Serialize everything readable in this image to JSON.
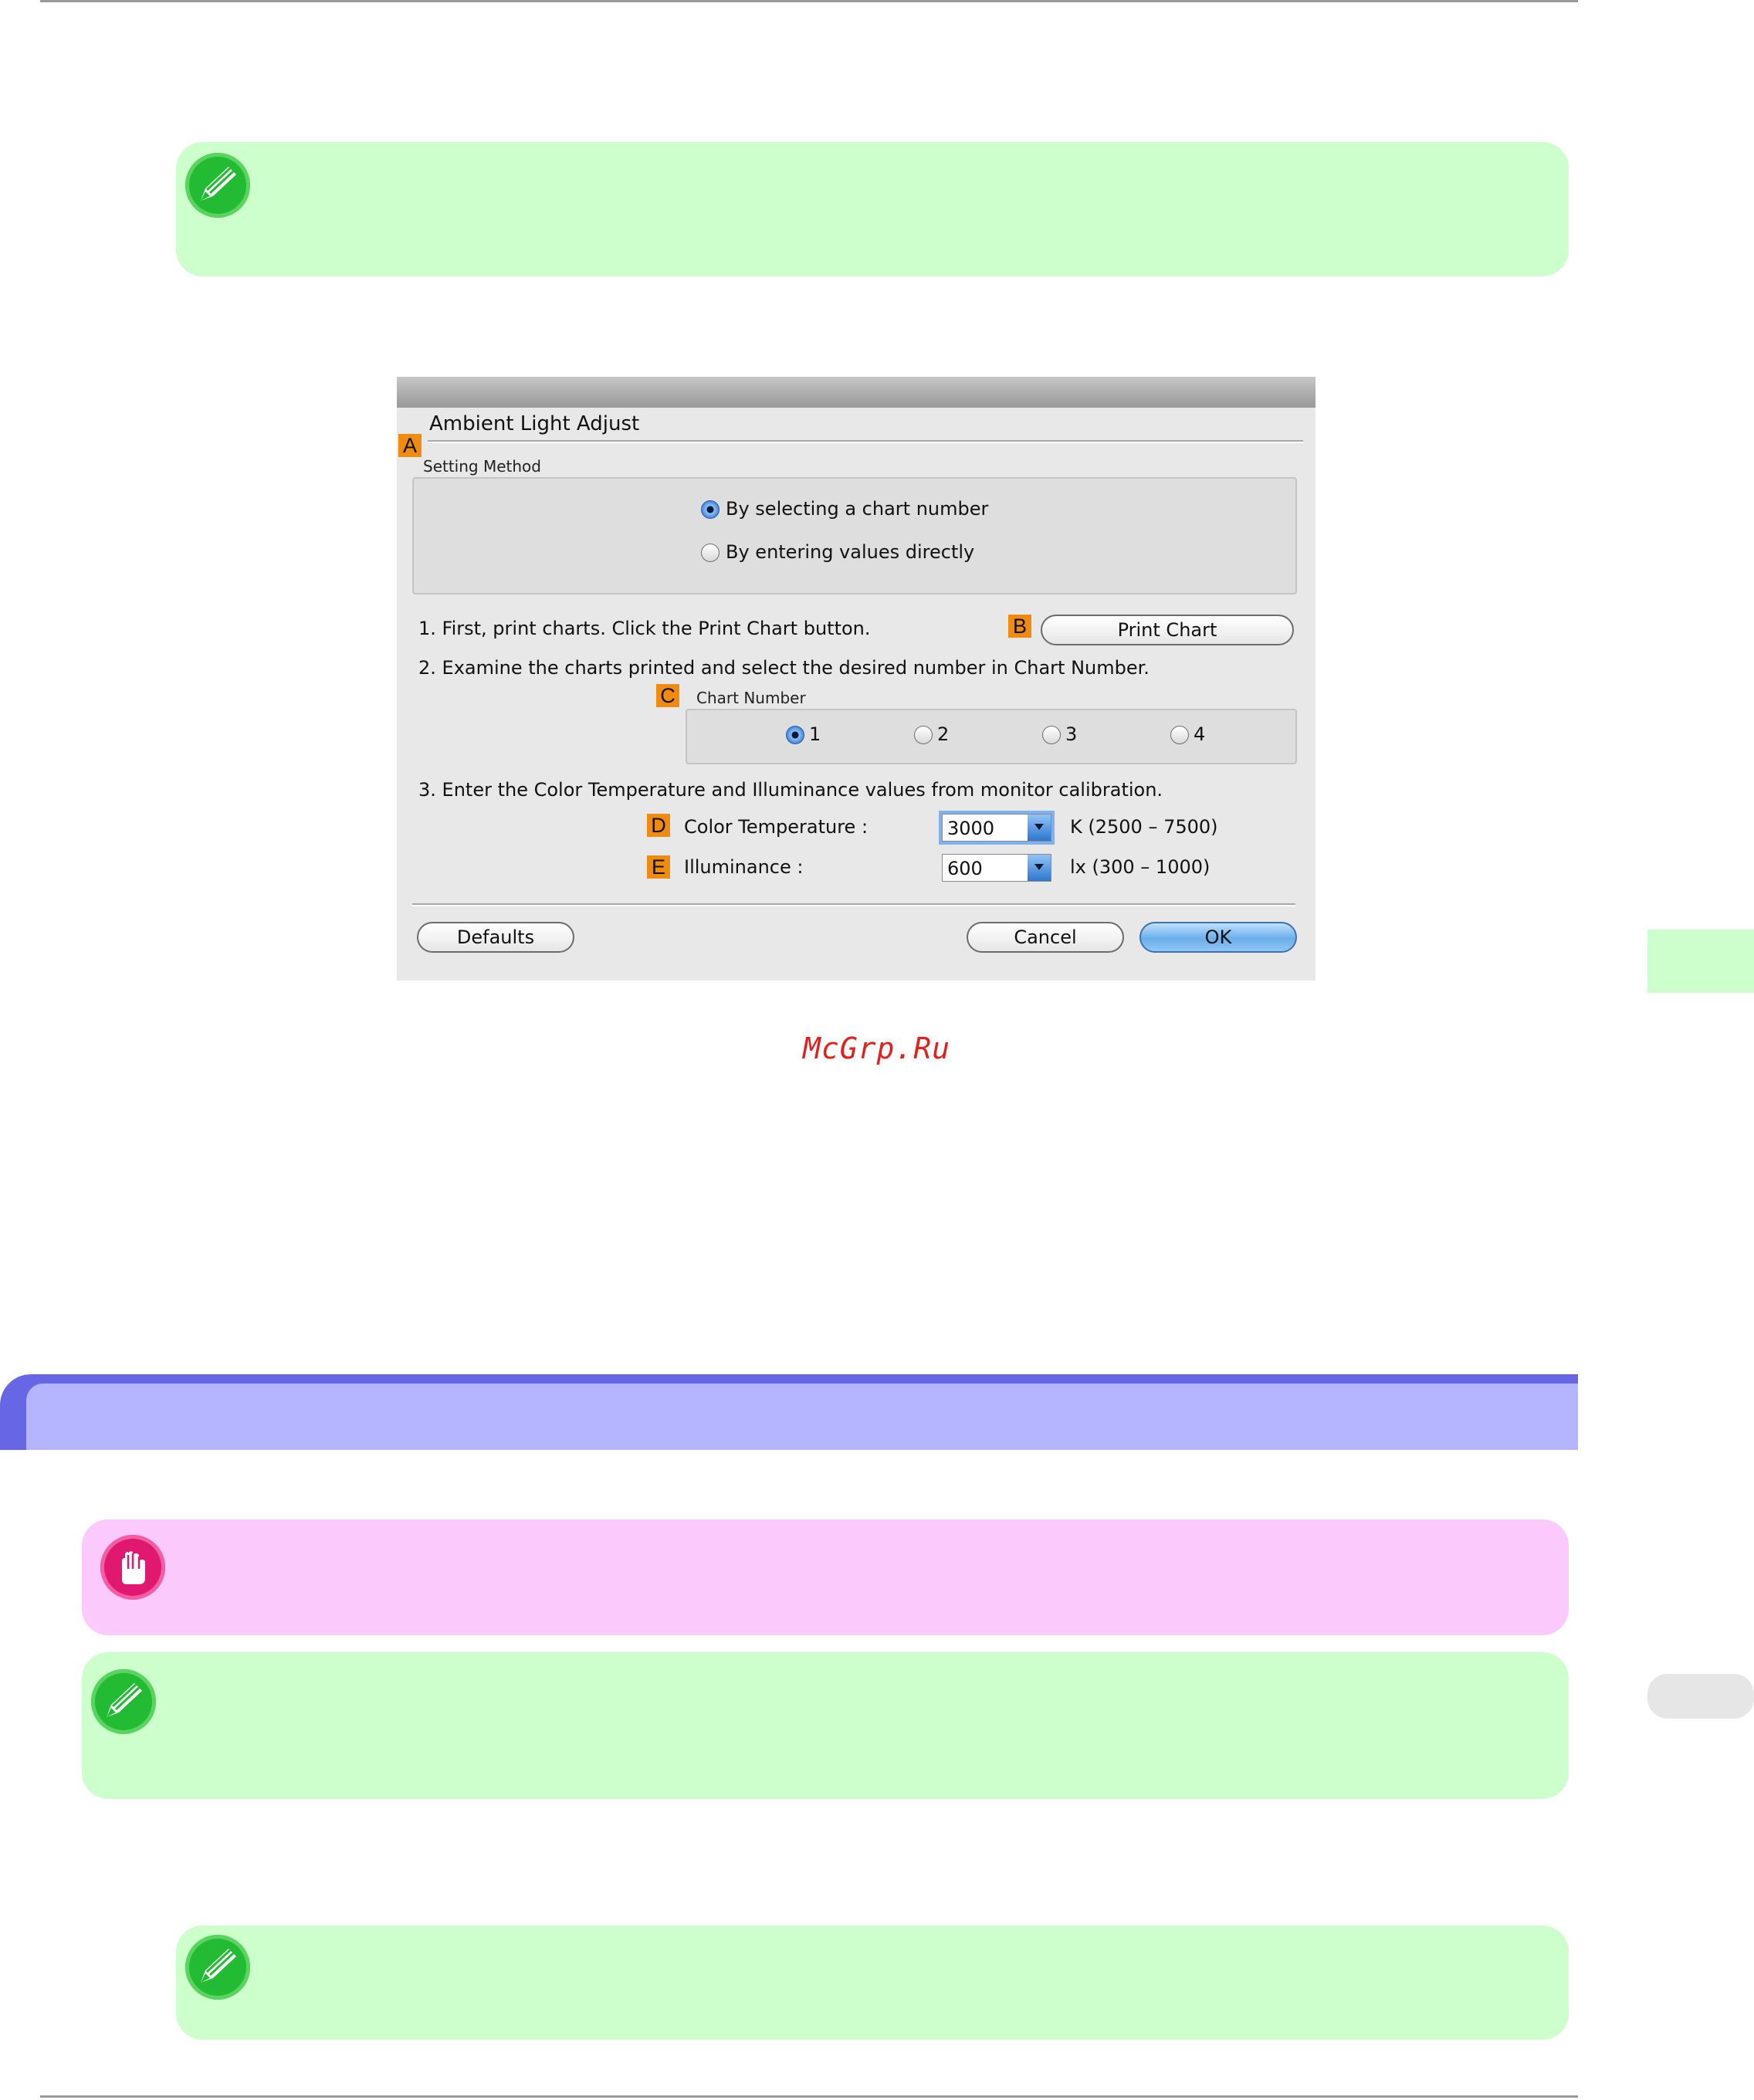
{
  "dialog": {
    "title": "Ambient Light Adjust",
    "markers": {
      "a": "A",
      "b": "B",
      "c": "C",
      "d": "D",
      "e": "E"
    },
    "setting_method": {
      "label": "Setting Method",
      "options": [
        "By selecting a chart number",
        "By entering values directly"
      ],
      "selected": 0
    },
    "steps": {
      "step1": "1. First, print charts. Click the Print Chart button.",
      "step2": "2. Examine the charts printed and select the desired number in Chart Number.",
      "step3": "3. Enter the Color Temperature and Illuminance values from monitor calibration."
    },
    "print_chart_button": "Print Chart",
    "chart_number": {
      "label": "Chart Number",
      "options": [
        "1",
        "2",
        "3",
        "4"
      ],
      "selected": 0
    },
    "color_temperature": {
      "label": "Color Temperature :",
      "value": "3000",
      "range": "K (2500 – 7500)"
    },
    "illuminance": {
      "label": "Illuminance :",
      "value": "600",
      "range": "lx (300 – 1000)"
    },
    "buttons": {
      "defaults": "Defaults",
      "cancel": "Cancel",
      "ok": "OK"
    }
  },
  "watermark": "McGrp.Ru",
  "icons": {
    "note": "note-pencil-icon",
    "important": "important-hand-icon"
  },
  "colors": {
    "note_bg": "#ccffcc",
    "important_bg": "#fcc9fc",
    "banner": "#b5b5ff",
    "banner_border": "#6767e6",
    "marker": "#f08b12",
    "watermark": "#e2201c"
  }
}
